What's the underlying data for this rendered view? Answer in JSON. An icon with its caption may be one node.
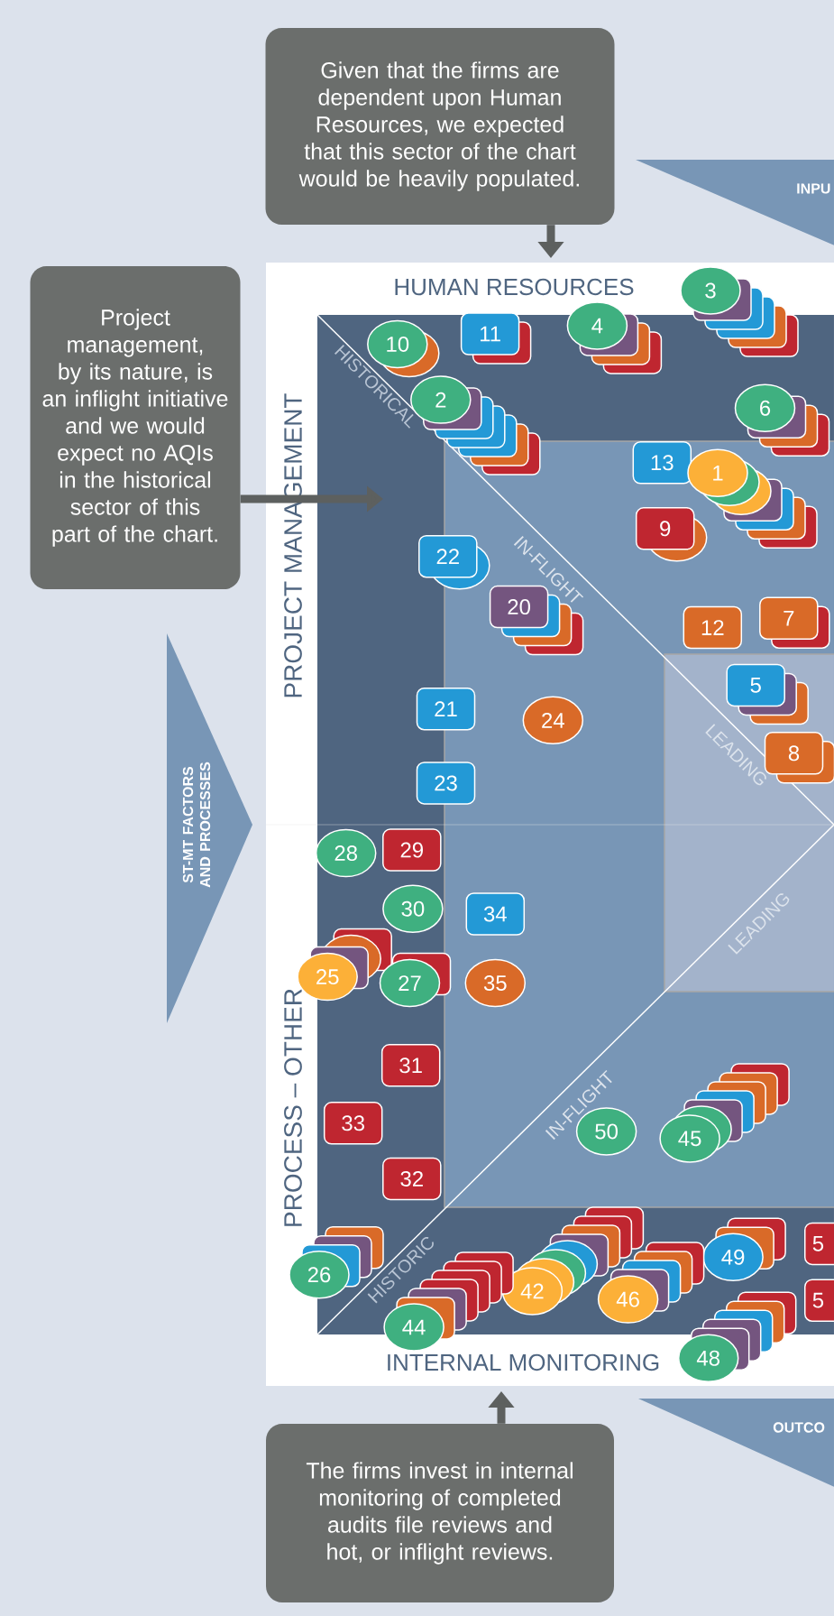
{
  "diagram": {
    "nodes": [
      {
        "text": [
          "Given that the firms are dependent upon Human Resources, we expected that this sector of the chart would be heavily populated."
        ]
      },
      {
        "text": [
          "INPU"
        ]
      },
      {
        "text": [
          "Project management, by its nature, is an inflight initiative and we would expect no AQIs in the historical sector of this part of the chart."
        ]
      },
      {
        "text": [
          "ST-MT FACTORS AND PROCESSES"
        ]
      },
      {
        "text": [
          "3"
        ]
      },
      {
        "text": [
          "4"
        ]
      },
      {
        "text": [
          "10"
        ]
      },
      {
        "text": [
          "11"
        ]
      },
      {
        "text": [
          "2"
        ]
      },
      {
        "text": [
          "6"
        ]
      },
      {
        "text": [
          "13"
        ]
      },
      {
        "text": [
          "1"
        ]
      },
      {
        "text": [
          "9"
        ]
      },
      {
        "text": [
          "22"
        ]
      },
      {
        "text": [
          "20"
        ]
      },
      {
        "text": [
          "12"
        ]
      },
      {
        "text": [
          "7"
        ]
      },
      {
        "text": [
          "5"
        ]
      },
      {
        "text": [
          "8"
        ]
      },
      {
        "text": [
          "21"
        ]
      },
      {
        "text": [
          "24"
        ]
      },
      {
        "text": [
          "23"
        ]
      },
      {
        "text": [
          "28"
        ]
      },
      {
        "text": [
          "29"
        ]
      },
      {
        "text": [
          "30"
        ]
      },
      {
        "text": [
          "34"
        ]
      },
      {
        "text": [
          "25"
        ]
      },
      {
        "text": [
          "27"
        ]
      },
      {
        "text": [
          "35"
        ]
      },
      {
        "text": [
          "31"
        ]
      },
      {
        "text": [
          "33"
        ]
      },
      {
        "text": [
          "50"
        ]
      },
      {
        "text": [
          "45"
        ]
      },
      {
        "text": [
          "32"
        ]
      },
      {
        "text": [
          "26"
        ]
      },
      {
        "text": [
          "49"
        ]
      },
      {
        "text": [
          "5"
        ]
      },
      {
        "text": [
          "42"
        ]
      },
      {
        "text": [
          "46"
        ]
      },
      {
        "text": [
          "5"
        ]
      },
      {
        "text": [
          "44"
        ]
      },
      {
        "text": [
          "48"
        ]
      },
      {
        "text": [
          "OUTCO"
        ]
      },
      {
        "text": [
          "The firms invest in internal monitoring of completed audits file reviews and hot, or inflight reviews."
        ]
      }
    ],
    "edges": [
      {
        "from": 0,
        "to": null,
        "arrow": "to"
      },
      {
        "from": 2,
        "to": null,
        "arrow": "to"
      },
      {
        "from": 43,
        "to": null,
        "arrow": "to"
      }
    ],
    "labels": [
      "HUMAN RESOURCES",
      "HISTORICAL",
      "PROJECT MANAGEMENT",
      "IN-FLIGHT",
      "LEADING",
      "LEADING",
      "PROCESS – OTHER",
      "IN-FLIGHT",
      "HISTORIC",
      "INTERNAL MONITORING"
    ]
  }
}
